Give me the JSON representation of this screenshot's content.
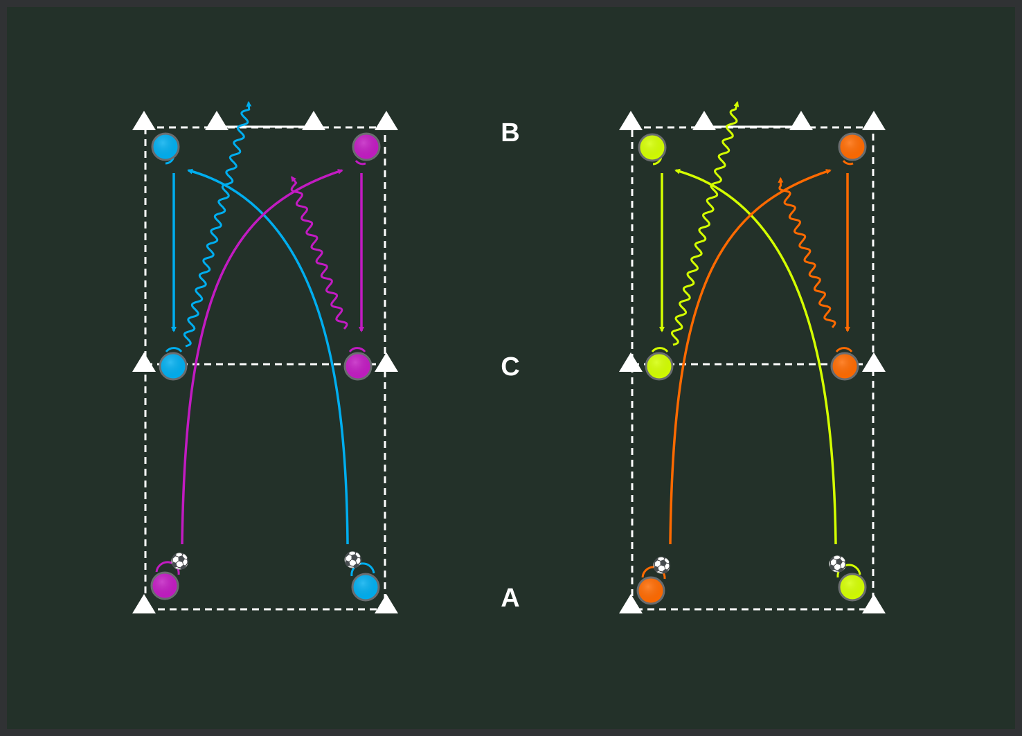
{
  "colors": {
    "background": "#303234",
    "pitch": "#233129",
    "lines": "#ffffff",
    "cyan": "#00aeef",
    "magenta": "#c21bc2",
    "lime": "#d4ff00",
    "orange": "#ff6a00"
  },
  "zone_labels": {
    "b": "B",
    "c": "C",
    "a": "A"
  },
  "icons": {
    "cone": "cone-icon",
    "player": "player-icon",
    "ball": "soccer-ball-icon"
  },
  "ball_glyph": "⚽"
}
